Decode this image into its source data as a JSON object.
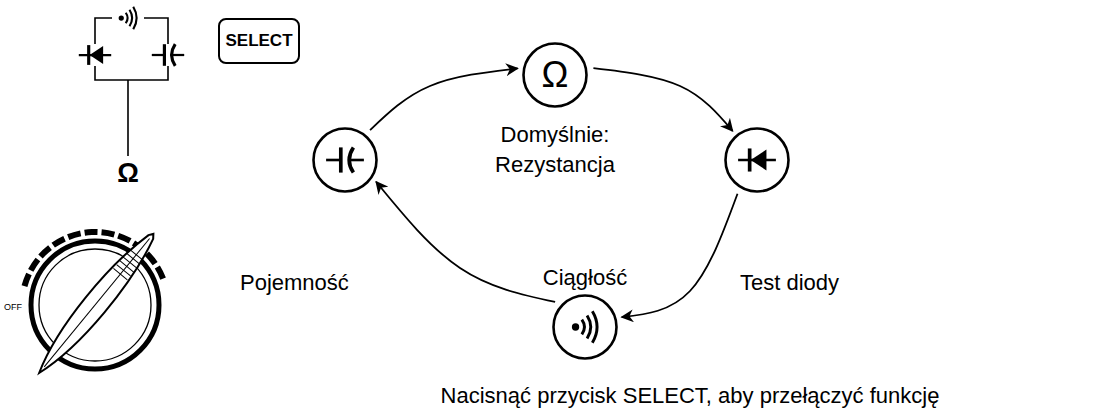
{
  "diagram": {
    "caption": "Nacisnąć przycisk SELECT, aby przełączyć funkcję",
    "nodes": [
      {
        "text": [
          "SELECT"
        ]
      },
      {
        "text": [
          "Ω",
          "Domyślnie: Rezystancja"
        ]
      },
      {
        "text": [
          "Test diody"
        ]
      },
      {
        "text": [
          "Ciągłość"
        ]
      },
      {
        "text": [
          "Pojemność"
        ]
      }
    ],
    "edges": [
      {
        "from": 1,
        "to": 2,
        "arrow": "to"
      },
      {
        "from": 2,
        "to": 3,
        "arrow": "to"
      },
      {
        "from": 3,
        "to": 4,
        "arrow": "to"
      },
      {
        "from": 4,
        "to": 1,
        "arrow": "to"
      }
    ],
    "labels": [
      "Ω",
      "OFF"
    ]
  }
}
